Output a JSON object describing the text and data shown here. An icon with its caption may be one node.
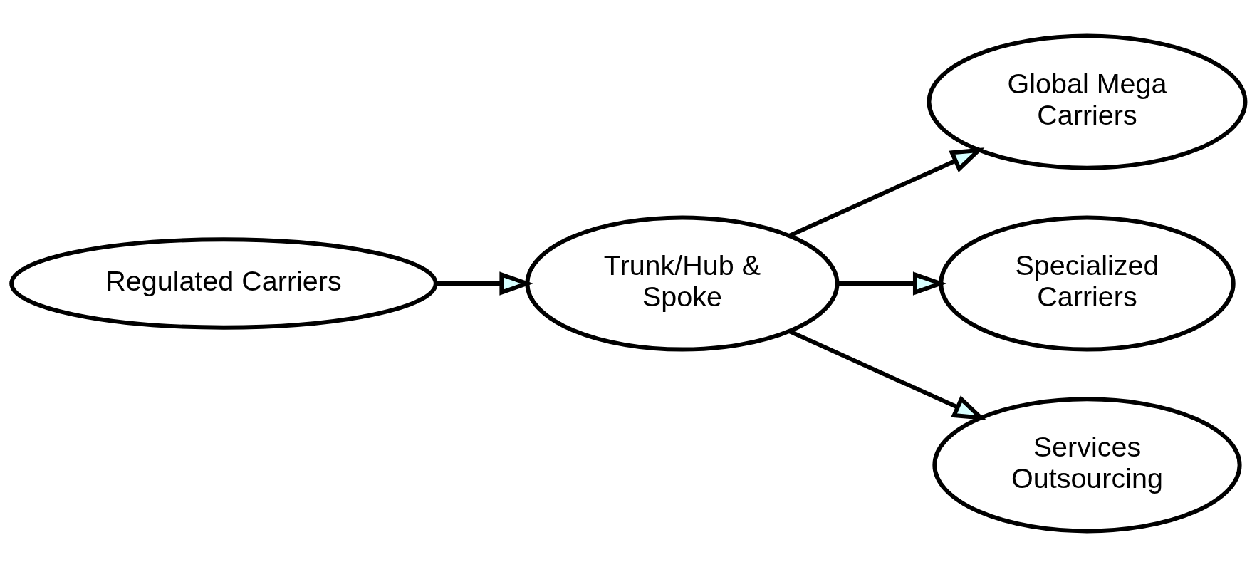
{
  "diagram": {
    "nodes": [
      {
        "text": [
          "Regulated Carriers"
        ]
      },
      {
        "text": [
          "Trunk/Hub & Spoke"
        ]
      },
      {
        "text": [
          "Global Mega Carriers"
        ]
      },
      {
        "text": [
          "Specialized Carriers"
        ]
      },
      {
        "text": [
          "Services Outsourcing"
        ]
      }
    ],
    "edges": [
      {
        "from": 0,
        "to": 1,
        "arrow": "to"
      },
      {
        "from": 1,
        "to": 2,
        "arrow": "to"
      },
      {
        "from": 1,
        "to": 3,
        "arrow": "to"
      },
      {
        "from": 1,
        "to": 4,
        "arrow": "to"
      }
    ]
  }
}
